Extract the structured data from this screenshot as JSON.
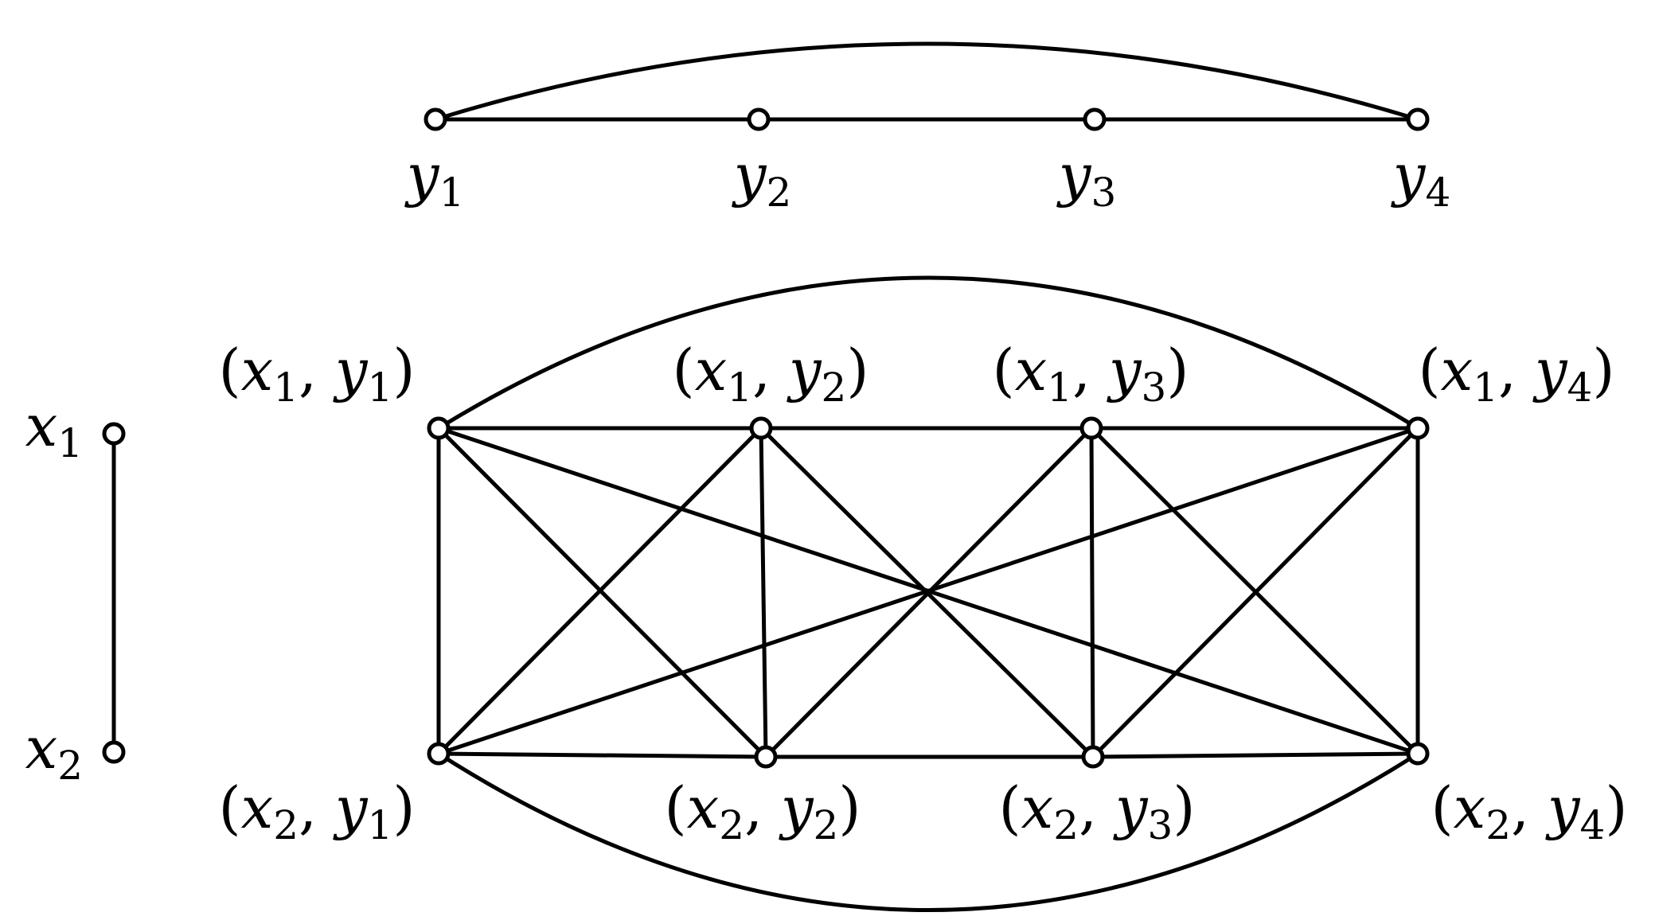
{
  "colors": {
    "ink": "#000000",
    "background": "#ffffff"
  },
  "graphs": {
    "factor_x": {
      "vertices": [
        {
          "id": "x1",
          "base": "x",
          "sub": "1"
        },
        {
          "id": "x2",
          "base": "x",
          "sub": "2"
        }
      ],
      "edges": [
        [
          "x1",
          "x2"
        ]
      ]
    },
    "factor_y": {
      "vertices": [
        {
          "id": "y1",
          "base": "y",
          "sub": "1"
        },
        {
          "id": "y2",
          "base": "y",
          "sub": "2"
        },
        {
          "id": "y3",
          "base": "y",
          "sub": "3"
        },
        {
          "id": "y4",
          "base": "y",
          "sub": "4"
        }
      ],
      "edges": [
        [
          "y1",
          "y2"
        ],
        [
          "y2",
          "y3"
        ],
        [
          "y3",
          "y4"
        ],
        [
          "y1",
          "y4"
        ]
      ]
    },
    "product": {
      "vertices": [
        {
          "id": "x1y1",
          "a": "x",
          "as": "1",
          "b": "y",
          "bs": "1"
        },
        {
          "id": "x1y2",
          "a": "x",
          "as": "1",
          "b": "y",
          "bs": "2"
        },
        {
          "id": "x1y3",
          "a": "x",
          "as": "1",
          "b": "y",
          "bs": "3"
        },
        {
          "id": "x1y4",
          "a": "x",
          "as": "1",
          "b": "y",
          "bs": "4"
        },
        {
          "id": "x2y1",
          "a": "x",
          "as": "2",
          "b": "y",
          "bs": "1"
        },
        {
          "id": "x2y2",
          "a": "x",
          "as": "2",
          "b": "y",
          "bs": "2"
        },
        {
          "id": "x2y3",
          "a": "x",
          "as": "2",
          "b": "y",
          "bs": "3"
        },
        {
          "id": "x2y4",
          "a": "x",
          "as": "2",
          "b": "y",
          "bs": "4"
        }
      ],
      "edges": [
        [
          "x1y1",
          "x1y2"
        ],
        [
          "x1y2",
          "x1y3"
        ],
        [
          "x1y3",
          "x1y4"
        ],
        [
          "x1y1",
          "x1y4"
        ],
        [
          "x2y1",
          "x2y2"
        ],
        [
          "x2y2",
          "x2y3"
        ],
        [
          "x2y3",
          "x2y4"
        ],
        [
          "x2y1",
          "x2y4"
        ],
        [
          "x1y1",
          "x2y1"
        ],
        [
          "x1y2",
          "x2y2"
        ],
        [
          "x1y3",
          "x2y3"
        ],
        [
          "x1y4",
          "x2y4"
        ],
        [
          "x1y1",
          "x2y2"
        ],
        [
          "x1y2",
          "x2y1"
        ],
        [
          "x1y2",
          "x2y3"
        ],
        [
          "x1y3",
          "x2y2"
        ],
        [
          "x1y3",
          "x2y4"
        ],
        [
          "x1y4",
          "x2y3"
        ],
        [
          "x1y1",
          "x2y4"
        ],
        [
          "x1y4",
          "x2y1"
        ]
      ]
    }
  }
}
